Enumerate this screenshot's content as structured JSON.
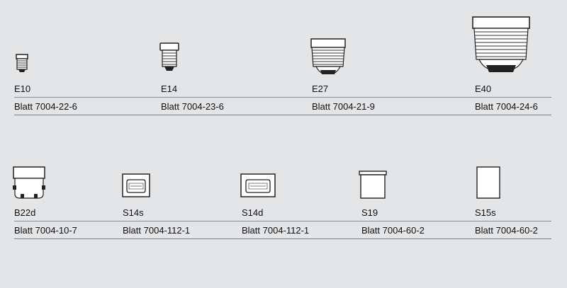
{
  "rows": [
    {
      "items": [
        {
          "code": "E10",
          "sheet": "Blatt 7004-22-6"
        },
        {
          "code": "E14",
          "sheet": "Blatt 7004-23-6"
        },
        {
          "code": "E27",
          "sheet": "Blatt 7004-21-9"
        },
        {
          "code": "E40",
          "sheet": "Blatt 7004-24-6"
        }
      ]
    },
    {
      "items": [
        {
          "code": "B22d",
          "sheet": "Blatt 7004-10-7"
        },
        {
          "code": "S14s",
          "sheet": "Blatt 7004-112-1"
        },
        {
          "code": "S14d",
          "sheet": "Blatt 7004-112-1"
        },
        {
          "code": "S19",
          "sheet": "Blatt 7004-60-2"
        },
        {
          "code": "S15s",
          "sheet": "Blatt 7004-60-2"
        }
      ]
    }
  ]
}
